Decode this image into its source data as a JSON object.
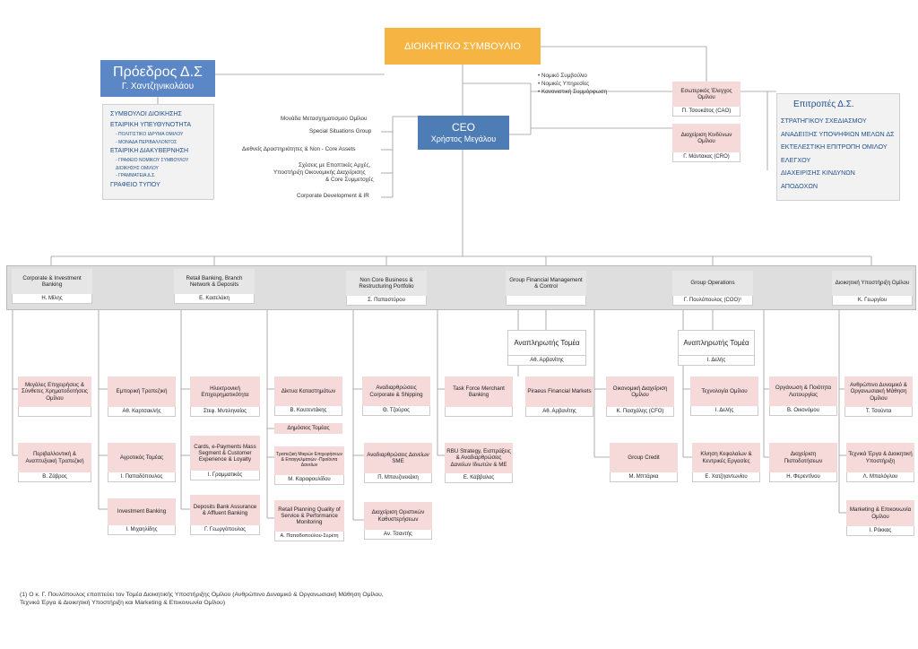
{
  "board": "ΔΙΟΙΚΗΤΙΚΟ ΣΥΜΒΟΥΛΙΟ",
  "chairman": {
    "title": "Πρόεδρος Δ.Σ",
    "name": "Γ. Χαντζηνικολάου"
  },
  "chairman_list": [
    {
      "text": "ΣΥΜΒΟΥΛΟΙ ΔΙΟΙΚΗΣΗΣ",
      "sub": false
    },
    {
      "text": "ΕΤΑΙΡΙΚΗ ΥΠΕΥΘΥΝΟΤΗΤΑ",
      "sub": false
    },
    {
      "text": "- ΠΟΛΙΤΙΣΤΙΚΟ ΙΔΡΥΜΑ ΟΜΙΛΟΥ",
      "sub": true
    },
    {
      "text": "- ΜΟΝΑΔΑ ΠΕΡΙΒΑΛΛΟΝΤΟΣ",
      "sub": true
    },
    {
      "text": "ΕΤΑΙΡΙΚΗ ΔΙΑΚΥΒΕΡΝΗΣΗ",
      "sub": false
    },
    {
      "text": "- ΓΡΑΦΕΙΟ ΝΟΜΙΚΟΥ ΣΥΜΒΟΥΛΟΥ",
      "sub": true
    },
    {
      "text": "ΔΙΟΙΚΗΣΗΣ ΟΜΙΛΟΥ",
      "sub": true
    },
    {
      "text": "- ΓΡΑΜΜΑΤΕΙΑ Δ.Σ.",
      "sub": true
    },
    {
      "text": "ΓΡΑΦΕΙΟ ΤΥΠΟΥ",
      "sub": false
    }
  ],
  "board_bullets": [
    "• Νομικό Συμβούλιο",
    "• Νομικές Υπηρεσίες",
    "• Κανονιστική Συμμόρφωση"
  ],
  "ceo": {
    "title": "CEO",
    "name": "Χρήστος Μεγάλου"
  },
  "ceo_units": [
    "Μονάδα Μετασχηματισμού Ομίλου",
    "Special Situations Group",
    "Διεθνείς Δραστηριότητες  & Non - Core  Assets",
    "Σχέσεις με Εποπτικές Αρχές,",
    "Υποστήριξη Οικονομικής Διαχείρισης",
    "& Core Συμμετοχές",
    "Corporate Development & IR"
  ],
  "audit": {
    "title": "Εσωτερικός Έλεγχος Ομίλου",
    "person": "Π. Τσουκάτος (CAO)"
  },
  "risk": {
    "title": "Διαχείριση Κινδύνων Ομίλου",
    "person": "Γ. Μάντακας (CRO)"
  },
  "committees": {
    "title": "Επιτροπές Δ.Σ.",
    "items": [
      "ΣΤΡΑΤΗΓΙΚΟΥ ΣΧΕΔΙΑΣΜΟΥ",
      "ΑΝΑΔΕΙΞΗΣ ΥΠΟΨΗΦΙΩΝ ΜΕΛΩΝ ΔΣ",
      "ΕΚΤΕΛΕΣΤΙΚΗ ΕΠΙΤΡΟΠΗ ΟΜΙΛΟΥ",
      "ΕΛΕΓΧΟΥ",
      "ΔΙΑΧΕΙΡΙΣΗΣ ΚΙΝΔΥΝΩΝ",
      "ΑΠΟΔΟΧΩΝ"
    ]
  },
  "divisions": [
    {
      "title": "Corporate & Investment Banking",
      "person": "Η. Μίλης"
    },
    {
      "title": "Retail Banking, Branch Network & Deposits",
      "person": "Ε. Κασελάκη"
    },
    {
      "title": "Non Core Business & Restructuring Portfolio",
      "person": "Σ. Παπαστύρου"
    },
    {
      "title": "Group Financial Management & Control",
      "person": ""
    },
    {
      "title": "Group Operations",
      "person": "Γ. Πουλόπουλος (COO)¹"
    },
    {
      "title": "Διοικητική Υποστήριξη Ομίλου",
      "person": "Κ. Γεωργίου"
    }
  ],
  "deputies": [
    {
      "title": "Αναπληρωτής Τομέα",
      "person": "Αθ. Αρβανίτης"
    },
    {
      "title": "Αναπληρωτής Τομέα",
      "person": "Ι. Δελής"
    }
  ],
  "units": [
    {
      "title": "Μεγάλες Επιχειρήσεις & Σύνθετες Χρηματοδοτήσεις Ομίλου",
      "person": ""
    },
    {
      "title": "Περιβαλλοντική & Αναπτυξιακή Τραπεζική",
      "person": "Β. Ζάβρος"
    },
    {
      "title": "Εμπορική Τραπεζική",
      "person": "Αθ. Καρτσακλής"
    },
    {
      "title": "Αγροτικός Τομέας",
      "person": "Ι. Παπαδόπουλος"
    },
    {
      "title": "Investment Banking",
      "person": "Ι. Μιχαηλίδης"
    },
    {
      "title": "Ηλεκτρονική Επιχειρηματικότητα",
      "person": "Στεφ. Μυτιληναίος"
    },
    {
      "title": "Cards, e-Payments Mass Segment & Customer Experience & Loyalty",
      "person": "Ι. Γραμματικός"
    },
    {
      "title": "Deposits Bank Assurance & Affluent Banking",
      "person": "Γ. Γεωργόπουλος"
    },
    {
      "title": "Δίκτυα Καταστημάτων",
      "person": "Β. Κουτεντάκης"
    },
    {
      "title": "Δημόσιος Τομέας",
      "person": ""
    },
    {
      "title": "Τραπεζική Μικρών Επιχειρήσεων & Επαγγελματιών -Προϊόντα Δανείων",
      "person": "Μ. Καραφουλίδου"
    },
    {
      "title": "Retail Planning Quality of Service & Performance Monitoring",
      "person": "Α. Παπαδοπούλου-Σερέτη"
    },
    {
      "title": "Αναδιαρθρώσεις Corporate & Shipping",
      "person": "Θ. Τζούρος"
    },
    {
      "title": "Αναδιαρθρώσεις Δανείων SME",
      "person": "Π. Μπουζινεκάκη"
    },
    {
      "title": "Διαχείριση Οριστικών Καθυστερήσεων",
      "person": "Αν. Τσαντής"
    },
    {
      "title": "Task Force Merchant Banking",
      "person": ""
    },
    {
      "title": "RBU Strategy, Εισπράξεις & Αναδιαρθρώσεις Δανείων Ιδιωτών & ΜΕ",
      "person": "Ε. Κάββαλος"
    },
    {
      "title": "Piraeus Financial Markets",
      "person": "Αθ. Αρβανίτης"
    },
    {
      "title": "Οικονομική Διαχείριση Ομίλου",
      "person": "Κ. Πασχάλης (CFO)"
    },
    {
      "title": "Group Credit",
      "person": "Μ. Μπτάρκα"
    },
    {
      "title": "Τεχνολογία Ομίλου",
      "person": "Ι. Δελής"
    },
    {
      "title": "Κίνηση Κεφαλαίων & Κεντρικές Εργασίες",
      "person": "Ε. Χατζηαντωνίου"
    },
    {
      "title": "Οργάνωση & Ποιότητα Λειτουργίας",
      "person": "Β. Οικονόμου"
    },
    {
      "title": "Διαχείριση Πιστοδοτήσεων",
      "person": "Η. Φερεντίνου"
    },
    {
      "title": "Ανθρώπινο Δυναμικό & Οργανωσιακή Μάθηση Ομίλου",
      "person": "Τ. Τσούντα"
    },
    {
      "title": "Τεχνικά Έργα & Διοικητική Υποστήριξη",
      "person": "Λ. Μπαλόγλου"
    },
    {
      "title": "Marketing & Επικοινωνία Ομίλου",
      "person": "Ι. Ρόκκας"
    }
  ],
  "footnote": [
    "(1) Ο κ. Γ. Πουλόπουλος εποπτεύει τον Τομέα Διοικητικής Υποστήριξης Ομίλου (Ανθρώπινο Δυναμικό & Οργανωσιακή Μάθηση Ομίλου,",
    "Τεχνικά Έργα & Διοικητική Υποστήριξη και Marketing & Επικοινωνία Ομίλου)"
  ],
  "colors": {
    "board": "#f6b443",
    "chairman": "#5b87c7",
    "ceo": "#4e7db5",
    "unit_fill": "#f6dada",
    "division_fill": "#e6e6e6",
    "line": "#9a9a9a"
  }
}
